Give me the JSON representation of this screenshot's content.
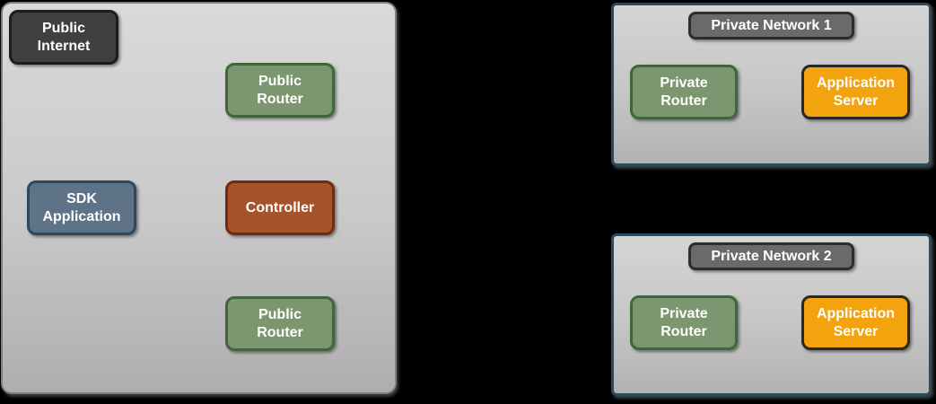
{
  "diagram": {
    "public_zone": {
      "public_internet": {
        "label": "Public\nInternet"
      },
      "public_router_top": {
        "label": "Public\nRouter"
      },
      "sdk_application": {
        "label": "SDK\nApplication"
      },
      "controller": {
        "label": "Controller"
      },
      "public_router_bottom": {
        "label": "Public\nRouter"
      }
    },
    "private_networks": [
      {
        "title": "Private Network 1",
        "private_router": {
          "label": "Private\nRouter"
        },
        "application_server": {
          "label": "Application\nServer"
        }
      },
      {
        "title": "Private Network 2",
        "private_router": {
          "label": "Private\nRouter"
        },
        "application_server": {
          "label": "Application\nServer"
        }
      }
    ],
    "colors": {
      "background": "#000000",
      "zone_fill_top": "#dadada",
      "zone_fill_bottom": "#aeaeae",
      "public_zone_border": "#7f7f7f",
      "private_zone_border": "#2c4a5e",
      "dark_node_fill": "#3f3f3f",
      "dark_node_border": "#1d1d1d",
      "green_node_fill": "#7c9770",
      "green_node_border": "#42663c",
      "blue_node_fill": "#5e7387",
      "blue_node_border": "#31475a",
      "rust_node_fill": "#a6522a",
      "rust_node_border": "#6d2d10",
      "orange_node_fill": "#f2a30d",
      "orange_node_border": "#282828",
      "badge_fill": "#6a6a6a",
      "badge_border": "#2d2d2d",
      "label_text": "#ffffff"
    }
  }
}
